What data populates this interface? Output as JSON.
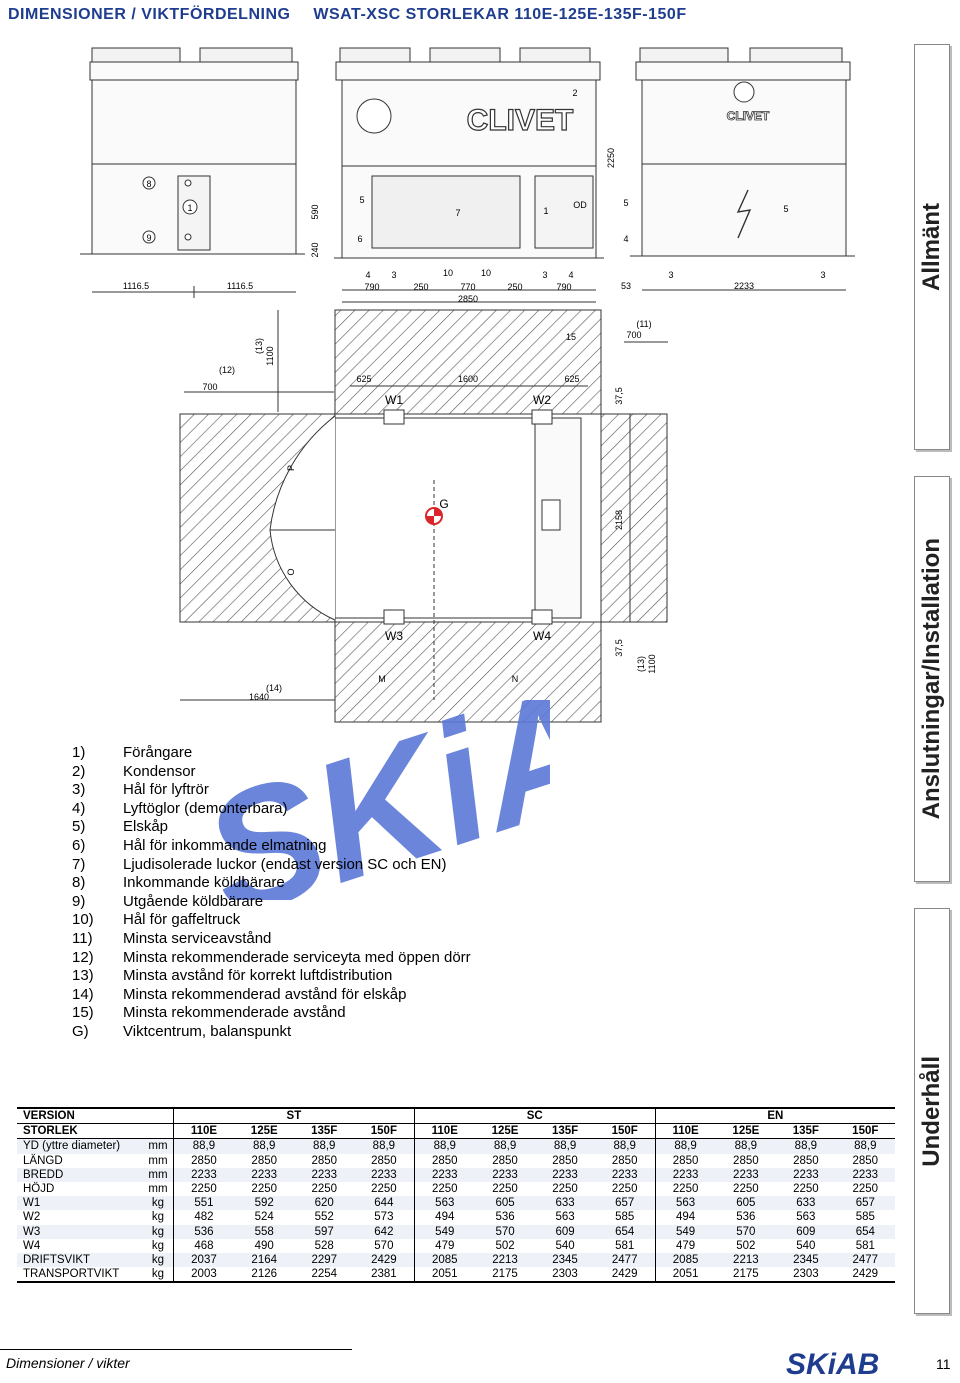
{
  "header": {
    "title_left": "DIMENSIONER / VIKTFÖRDELNING",
    "title_right": "WSAT-XSC STORLEKAR 110E-125E-135F-150F"
  },
  "drawing": {
    "brand": "CLIVET",
    "markers": [
      "1",
      "2",
      "3",
      "4",
      "5",
      "6",
      "7",
      "8",
      "9",
      "10",
      "11",
      "12",
      "13",
      "14",
      "15"
    ],
    "dims": {
      "d1116_5": "1116.5",
      "d590": "590",
      "d240": "240",
      "d2250": "2250",
      "d790": "790",
      "d250": "250",
      "d770": "770",
      "d2850": "2850",
      "d53": "53",
      "d2233": "2233",
      "d700": "700",
      "d1100": "1100",
      "d625": "625",
      "d1600": "1600",
      "d37_5": "37,5",
      "d2158": "2158",
      "d1640": "1640"
    },
    "labels": {
      "od": "OD",
      "w1": "W1",
      "w2": "W2",
      "w3": "W3",
      "w4": "W4",
      "g": "G",
      "p": "P",
      "o": "O",
      "m": "M",
      "n": "N",
      "l11": "(11)",
      "l12": "(12)",
      "l13": "(13)",
      "l14": "(14)"
    }
  },
  "watermark": "SKiAB",
  "legend": [
    {
      "num": "1)",
      "text": "Förångare"
    },
    {
      "num": "2)",
      "text": "Kondensor"
    },
    {
      "num": "3)",
      "text": "Hål för lyftrör"
    },
    {
      "num": "4)",
      "text": "Lyftöglor (demonterbara)"
    },
    {
      "num": "5)",
      "text": "Elskåp"
    },
    {
      "num": "6)",
      "text": "Hål för inkommande elmatning"
    },
    {
      "num": "7)",
      "text": "Ljudisolerade luckor (endast version SC och EN)"
    },
    {
      "num": "8)",
      "text": "Inkommande köldbärare"
    },
    {
      "num": "9)",
      "text": "Utgående köldbärare"
    },
    {
      "num": "10)",
      "text": "Hål för gaffeltruck"
    },
    {
      "num": "11)",
      "text": "Minsta serviceavstånd"
    },
    {
      "num": "12)",
      "text": "Minsta rekommenderade serviceyta med öppen dörr"
    },
    {
      "num": "13)",
      "text": "Minsta avstånd för korrekt luftdistribution"
    },
    {
      "num": "14)",
      "text": "Minsta rekommenderad avstånd för elskåp"
    },
    {
      "num": "15)",
      "text": "Minsta rekommenderade avstånd"
    },
    {
      "num": "G)",
      "text": " Viktcentrum, balanspunkt"
    }
  ],
  "tabs": [
    "Allmänt",
    "Anslutningar/Installation",
    "Underhåll"
  ],
  "table": {
    "version_label": "VERSION",
    "groups": [
      "ST",
      "SC",
      "EN"
    ],
    "size_label": "STORLEK",
    "sizes": [
      "110E",
      "125E",
      "135F",
      "150F",
      "110E",
      "125E",
      "135F",
      "150F",
      "110E",
      "125E",
      "135F",
      "150F"
    ],
    "rows": [
      {
        "label": "YD (yttre diameter)",
        "unit": "mm",
        "values": [
          "88,9",
          "88,9",
          "88,9",
          "88,9",
          "88,9",
          "88,9",
          "88,9",
          "88,9",
          "88,9",
          "88,9",
          "88,9",
          "88,9"
        ]
      },
      {
        "label": "LÄNGD",
        "unit": "mm",
        "values": [
          "2850",
          "2850",
          "2850",
          "2850",
          "2850",
          "2850",
          "2850",
          "2850",
          "2850",
          "2850",
          "2850",
          "2850"
        ]
      },
      {
        "label": "BREDD",
        "unit": "mm",
        "values": [
          "2233",
          "2233",
          "2233",
          "2233",
          "2233",
          "2233",
          "2233",
          "2233",
          "2233",
          "2233",
          "2233",
          "2233"
        ]
      },
      {
        "label": "HÖJD",
        "unit": "mm",
        "values": [
          "2250",
          "2250",
          "2250",
          "2250",
          "2250",
          "2250",
          "2250",
          "2250",
          "2250",
          "2250",
          "2250",
          "2250"
        ]
      },
      {
        "label": "W1",
        "unit": "kg",
        "values": [
          "551",
          "592",
          "620",
          "644",
          "563",
          "605",
          "633",
          "657",
          "563",
          "605",
          "633",
          "657"
        ]
      },
      {
        "label": "W2",
        "unit": "kg",
        "values": [
          "482",
          "524",
          "552",
          "573",
          "494",
          "536",
          "563",
          "585",
          "494",
          "536",
          "563",
          "585"
        ]
      },
      {
        "label": "W3",
        "unit": "kg",
        "values": [
          "536",
          "558",
          "597",
          "642",
          "549",
          "570",
          "609",
          "654",
          "549",
          "570",
          "609",
          "654"
        ]
      },
      {
        "label": "W4",
        "unit": "kg",
        "values": [
          "468",
          "490",
          "528",
          "570",
          "479",
          "502",
          "540",
          "581",
          "479",
          "502",
          "540",
          "581"
        ]
      },
      {
        "label": "DRIFTSVIKT",
        "unit": "kg",
        "values": [
          "2037",
          "2164",
          "2297",
          "2429",
          "2085",
          "2213",
          "2345",
          "2477",
          "2085",
          "2213",
          "2345",
          "2477"
        ]
      },
      {
        "label": "TRANSPORTVIKT",
        "unit": "kg",
        "values": [
          "2003",
          "2126",
          "2254",
          "2381",
          "2051",
          "2175",
          "2303",
          "2429",
          "2051",
          "2175",
          "2303",
          "2429"
        ]
      }
    ]
  },
  "footer": {
    "section": "Dimensioner / vikter",
    "logo": "SKiAB",
    "page": "11"
  },
  "colors": {
    "header": "#1f3d8f",
    "logo": "#1f3d8f",
    "watermark": "#5a78d6",
    "hatch": "#555555",
    "tab_border": "#888888",
    "marker_red": "#d9262b"
  }
}
